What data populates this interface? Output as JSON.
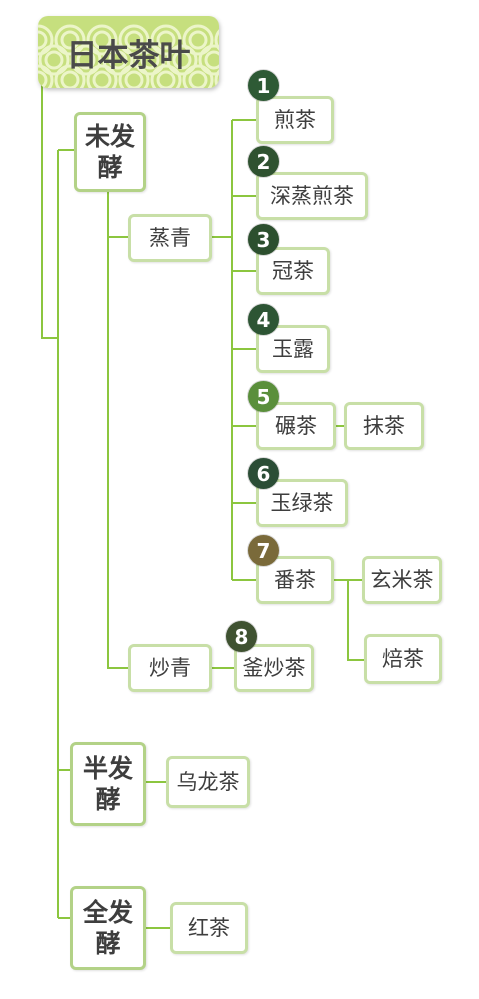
{
  "title": "日本茶叶",
  "colors": {
    "line": "#8cc63f",
    "node_border": "#c8dfa7",
    "root_bg": "#c6df7e",
    "root_arc": "#ecf5c9",
    "badge_1": "#2e5a35",
    "badge_2": "#2f5230",
    "badge_3": "#2c4f2e",
    "badge_4": "#2d5534",
    "badge_5": "#5a8f3b",
    "badge_6": "#2b4d36",
    "badge_7": "#7a6a3a",
    "badge_8": "#3f5231"
  },
  "fermentation": {
    "unfermented": "未发酵",
    "semi": "半发酵",
    "full": "全发酵"
  },
  "methods": {
    "steamed": "蒸青",
    "pan_fired": "炒青"
  },
  "teas": {
    "sencha": {
      "num": "1",
      "label": "煎茶"
    },
    "fukamushi": {
      "num": "2",
      "label": "深蒸煎茶"
    },
    "kabusecha": {
      "num": "3",
      "label": "冠茶"
    },
    "gyokuro": {
      "num": "4",
      "label": "玉露"
    },
    "tencha": {
      "num": "5",
      "label": "碾茶"
    },
    "matcha": "抹茶",
    "tamaryokucha": {
      "num": "6",
      "label": "玉绿茶"
    },
    "bancha": {
      "num": "7",
      "label": "番茶"
    },
    "genmaicha": "玄米茶",
    "hojicha": "焙茶",
    "kamairicha": {
      "num": "8",
      "label": "釜炒茶"
    },
    "oolong": "乌龙茶",
    "black": "红茶"
  }
}
